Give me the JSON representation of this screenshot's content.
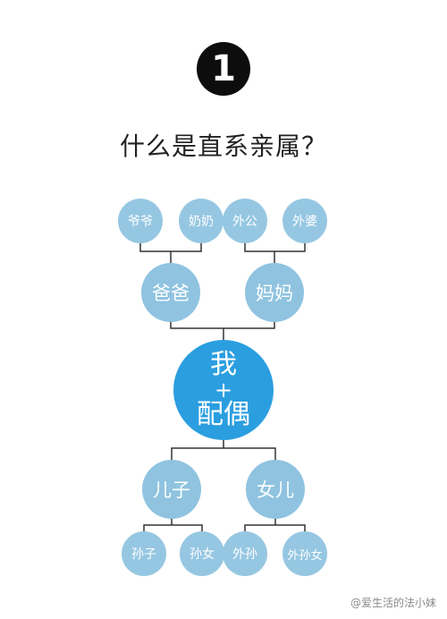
{
  "badge": "1",
  "title": "什么是直系亲属？",
  "nodes": {
    "yeye": "爷爷",
    "nainai": "奶奶",
    "waigong": "外公",
    "waipo": "外婆",
    "baba": "爸爸",
    "mama": "妈妈",
    "center": {
      "line1": "我",
      "line2": "+",
      "line3": "配偶"
    },
    "erzi": "儿子",
    "nver": "女儿",
    "sunzi": "孙子",
    "sunnv": "孙女",
    "waisun": "外孙",
    "waisunnv": "外孙女"
  },
  "colors": {
    "node_light": "#96c7e2",
    "node_center": "#2b9ee0",
    "connector": "#333333",
    "badge_bg": "#0d0d0d"
  },
  "watermark": "@爱生活的法小妹"
}
